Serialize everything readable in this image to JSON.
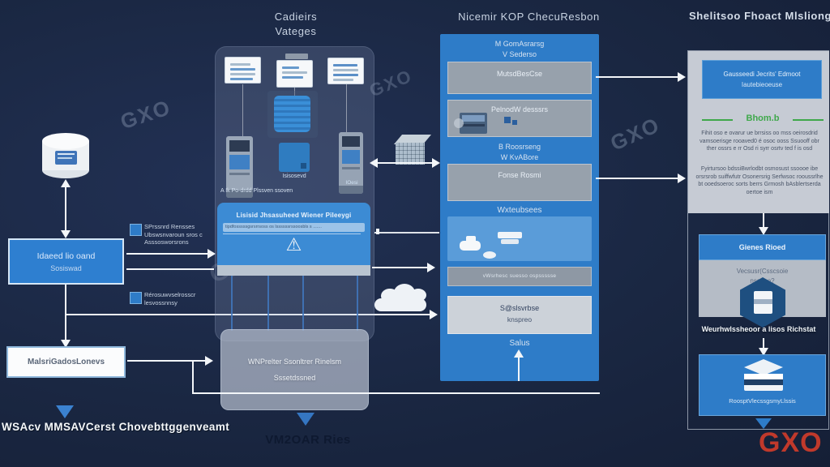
{
  "brand": {
    "watermark": "GXO",
    "logo": "GXO",
    "logo_color": "#c0392b"
  },
  "icons": {
    "warning": "⚠"
  },
  "titles": {
    "center_top_1": "Cadieirs",
    "center_top_2": "Vateges",
    "middle": "Nicemir KOP ChecuResbon",
    "right": "Shelitsoo Fhoact Mlsliongse"
  },
  "left_flow": {
    "process_box_1": "Idaeed lio oand",
    "process_box_2": "Sosiswad",
    "note1_1": "SPrssnrd Rensses",
    "note1_2": "Ubswsnvaroun sros c",
    "note1_3": "Asssosworsrons",
    "note2_1": "Rérosuwvselrosscr",
    "note2_2": "lesvossnnsy",
    "source_box": "MalsriGadosLonevs",
    "caption": "WSAcv MMSAVCerst Chovebttggenveamt"
  },
  "center_flow": {
    "devices_caption": "A Ik Po-drdd Plssven ssoven",
    "cube_caption": "Isisosevd",
    "right_device_caption": "IOesi",
    "process_title": "Lisisid Jhsasuheed Wiener PiIeeygi",
    "process_strip": "tipdfosssssgsrsrrsoss os lssssssrssoosbls s .......",
    "staging_box_1": "WNPrelter Ssonltrer Rinelsm",
    "staging_box_2": "Sssetdssned",
    "caption": "VM2OAR Ries"
  },
  "middle_flow": {
    "top_1": "M GomAsrarsg",
    "top_2": "V Sederso",
    "row1": "MutsdBesCse",
    "row2": "PelnodW desssrs",
    "mid_1": "B Roosrseng",
    "mid_2": "W KvABore",
    "row3": "Fonse Rosmi",
    "warehouse_label": "Wxteubsees",
    "strip": "vWsrhesc suesso ospssssse",
    "light_box_1": "S@slsvrbse",
    "light_box_2": "knspreo",
    "salus_label": "Salus"
  },
  "right_flow": {
    "box1_1": "Gausseedi Jecrits' Edmoot",
    "box1_2": "Iautebieoeuse",
    "green_heading": "Bhom.b",
    "para1": "Fihit oso e ovarur ue brrsiss oo mss oeirosdrid vamsoerisge rooaved0 é osoc ooss Ssuooff obr ther ossrs e rr Osd ri syrr osrtv ted f is osd",
    "para2": "Fyirtursoo bdssiBwrlodbt osmosust ssoooe ibe orsrsrob suiffwfutr Osonersrig Serfwsoc rooussrlhe bt ooedsoeroc sorts berrs Grmosh bAsblertserda oertoe ism",
    "card_header": "Gienes Rioed",
    "card_body_1": "Vecsusr(Csscsoie",
    "card_body_2": "nsgsoe?",
    "hex_caption": "Weurhwlssheoor a lisos Richstat",
    "stack_caption": "RoosptVlecssgsmyLlssis"
  },
  "colors": {
    "accent_blue": "#2e7cc8",
    "panel_gray": "#c6cbd4",
    "green": "#3fa84b",
    "red": "#c0392b",
    "background": "#1a2742"
  }
}
